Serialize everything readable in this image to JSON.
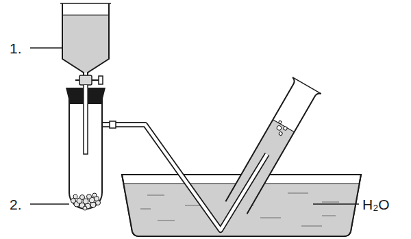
{
  "diagram": {
    "labels": [
      "1.",
      "2.",
      "H₂O"
    ]
  }
}
